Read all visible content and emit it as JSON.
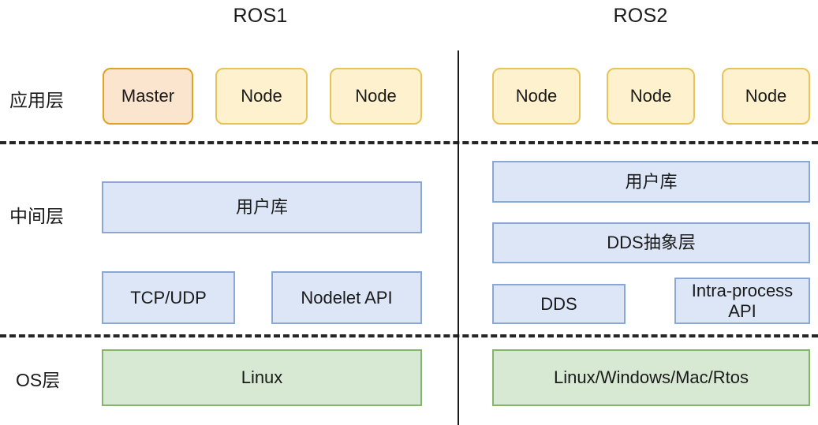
{
  "diagram": {
    "title_left": "ROS1",
    "title_right": "ROS2",
    "row_labels": {
      "application": "应用层",
      "middleware": "中间层",
      "os": "OS层"
    },
    "colors": {
      "node_fill": "#fdf2cd",
      "node_border": "#e8c35a",
      "master_fill": "#fce5ce",
      "master_border": "#dfa222",
      "middleware_fill": "#dce6f7",
      "middleware_border": "#8ba8d4",
      "os_fill": "#d7e8d3",
      "os_border": "#86b46b",
      "divider": "#1a1a1a",
      "text": "#1a1a1a"
    }
  },
  "ros1": {
    "application": [
      {
        "label": "Master"
      },
      {
        "label": "Node"
      },
      {
        "label": "Node"
      }
    ],
    "middleware": [
      {
        "label": "用户库"
      },
      {
        "label": "TCP/UDP"
      },
      {
        "label": "Nodelet API"
      }
    ],
    "os": [
      {
        "label": "Linux"
      }
    ]
  },
  "ros2": {
    "application": [
      {
        "label": "Node"
      },
      {
        "label": "Node"
      },
      {
        "label": "Node"
      }
    ],
    "middleware": [
      {
        "label": "用户库"
      },
      {
        "label": "DDS抽象层"
      },
      {
        "label": "DDS"
      },
      {
        "label": "Intra-process API"
      }
    ],
    "os": [
      {
        "label": "Linux/Windows/Mac/Rtos"
      }
    ]
  }
}
